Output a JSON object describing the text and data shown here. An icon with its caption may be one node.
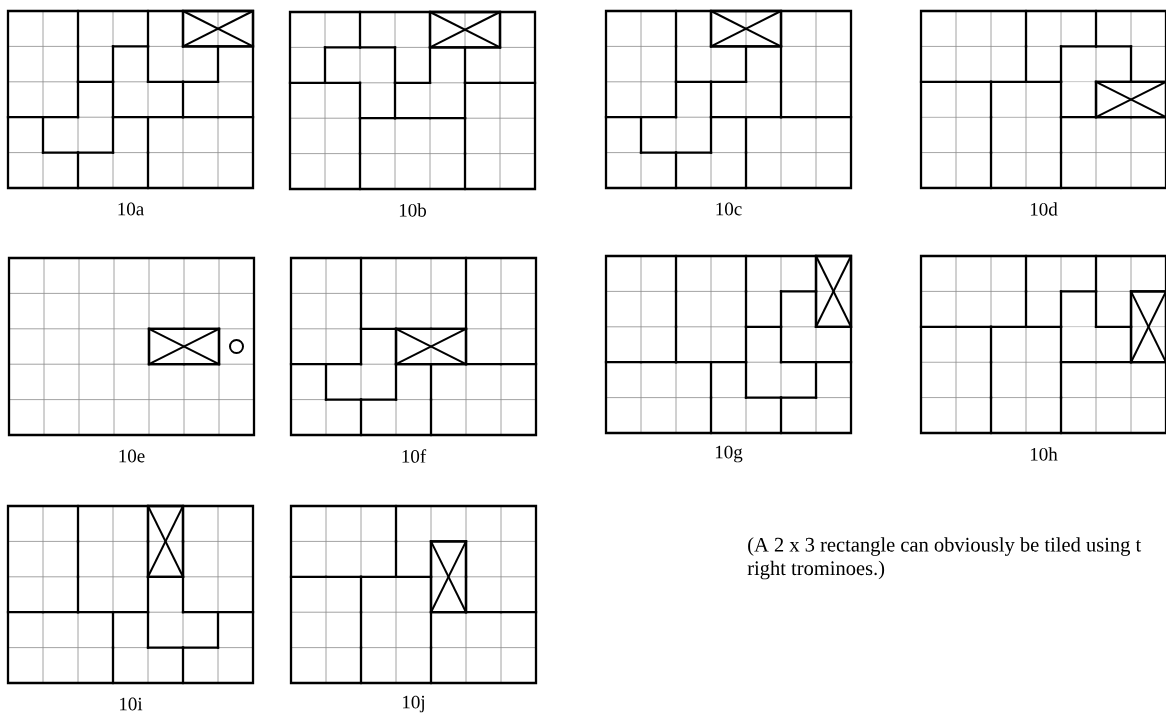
{
  "diagram": {
    "labels": [
      "10a",
      "10b",
      "10c",
      "10d",
      "10e",
      "10f",
      "10g",
      "10h",
      "10i",
      "10j",
      "(A 2 x 3 rectangle can obviously be tiled using t right trominoes.)"
    ]
  }
}
